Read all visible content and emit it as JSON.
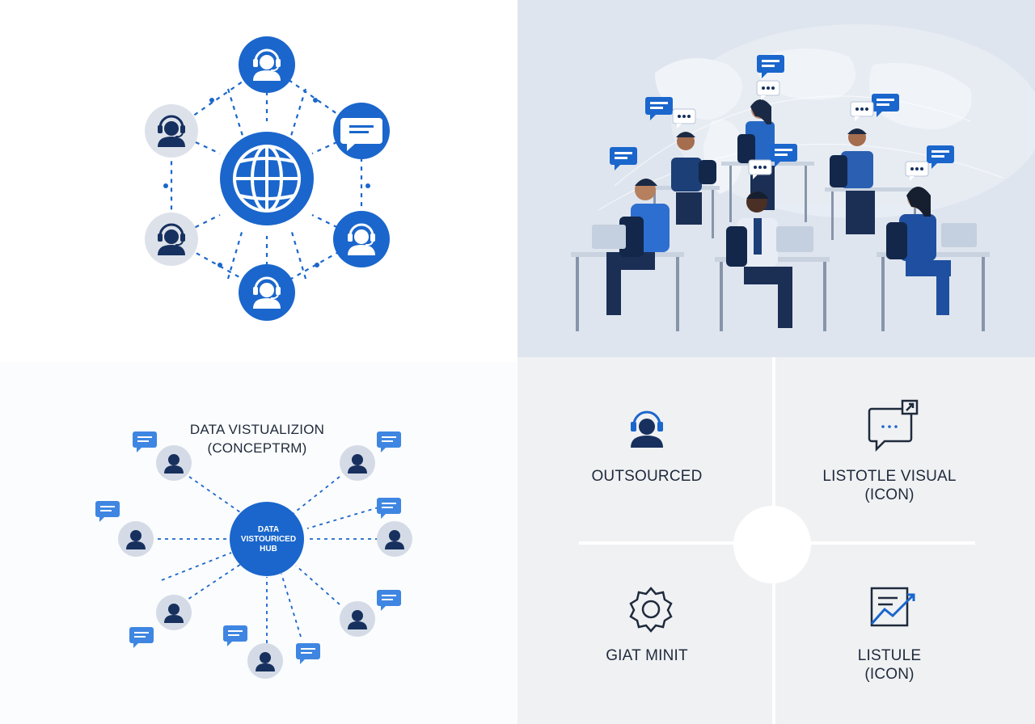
{
  "colors": {
    "accent": "#1a66cc",
    "navy": "#16305f",
    "light_node": "#dde2ea",
    "panel_bg": "#dfe5ee",
    "grid_bg": "#f0f1f3"
  },
  "network": {
    "center_icon": "globe-icon",
    "nodes": [
      {
        "icon": "headset-agent-icon",
        "style": "blue"
      },
      {
        "icon": "chat-bubble-icon",
        "style": "blue"
      },
      {
        "icon": "headset-agent-icon",
        "style": "blue"
      },
      {
        "icon": "headset-agent-icon",
        "style": "blue"
      },
      {
        "icon": "headset-agent-icon",
        "style": "light"
      },
      {
        "icon": "headset-agent-icon",
        "style": "light"
      }
    ]
  },
  "office_scene": {
    "icons": [
      "world-map-icon",
      "chat-bubble-icon",
      "laptop-icon",
      "headset-agent-icon"
    ]
  },
  "hub": {
    "title_line1": "DATA VISTUALIZION",
    "title_line2": "(CONCEPTRM)",
    "center_line1": "DATA",
    "center_line2": "VISTOURICED",
    "center_line3": "HUB"
  },
  "quadrants": [
    {
      "icon": "headset-agent-icon",
      "line1": "OUTSOURCED",
      "line2": ""
    },
    {
      "icon": "chat-screen-icon",
      "line1": "LISTOTLE VISUAL",
      "line2": "(ICON)"
    },
    {
      "icon": "gear-icon",
      "line1": "GIAT MINIT",
      "line2": ""
    },
    {
      "icon": "growth-chart-icon",
      "line1": "LISTULE",
      "line2": "(ICON)"
    }
  ]
}
